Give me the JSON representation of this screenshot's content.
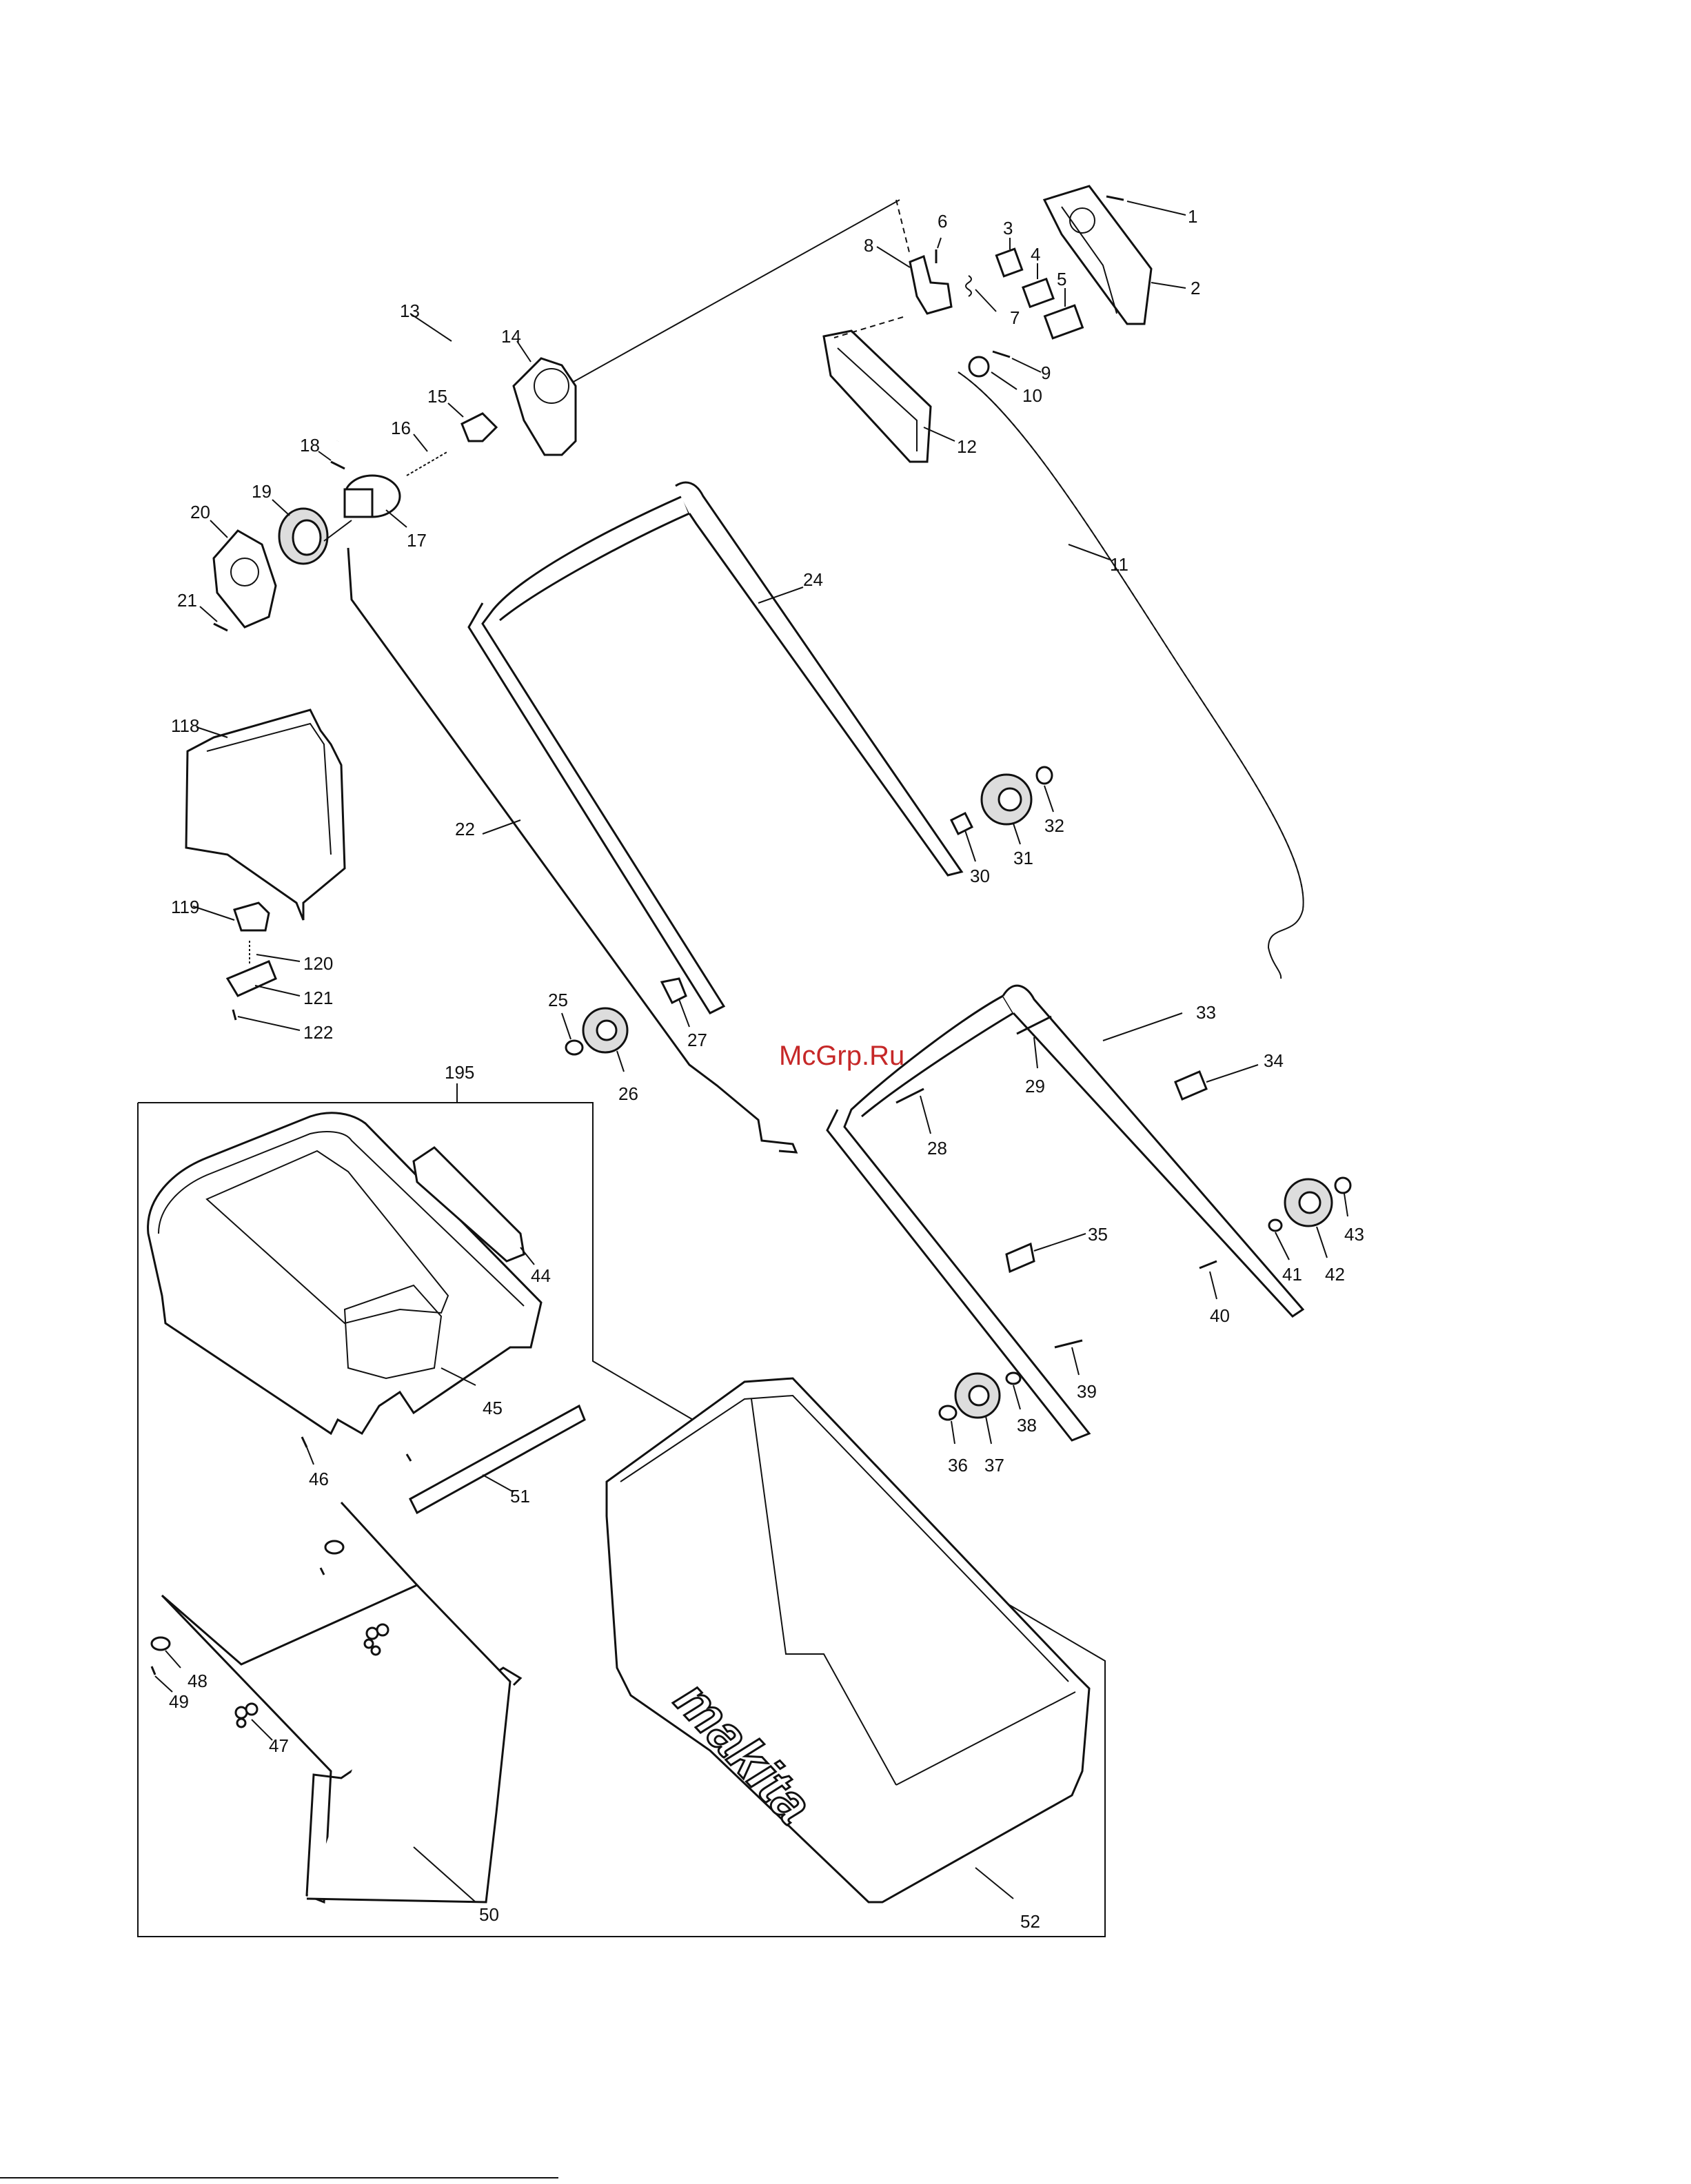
{
  "watermark": "McGrp.Ru",
  "logo_text": "makita",
  "parts": [
    "1",
    "2",
    "3",
    "4",
    "5",
    "6",
    "7",
    "8",
    "9",
    "10",
    "11",
    "12",
    "13",
    "14",
    "15",
    "16",
    "17",
    "18",
    "19",
    "20",
    "21",
    "22",
    "24",
    "25",
    "26",
    "27",
    "28",
    "29",
    "30",
    "31",
    "32",
    "33",
    "34",
    "35",
    "36",
    "37",
    "38",
    "39",
    "40",
    "41",
    "42",
    "43",
    "44",
    "45",
    "46",
    "47",
    "48",
    "49",
    "50",
    "51",
    "52",
    "118",
    "119",
    "120",
    "121",
    "122",
    "195"
  ]
}
